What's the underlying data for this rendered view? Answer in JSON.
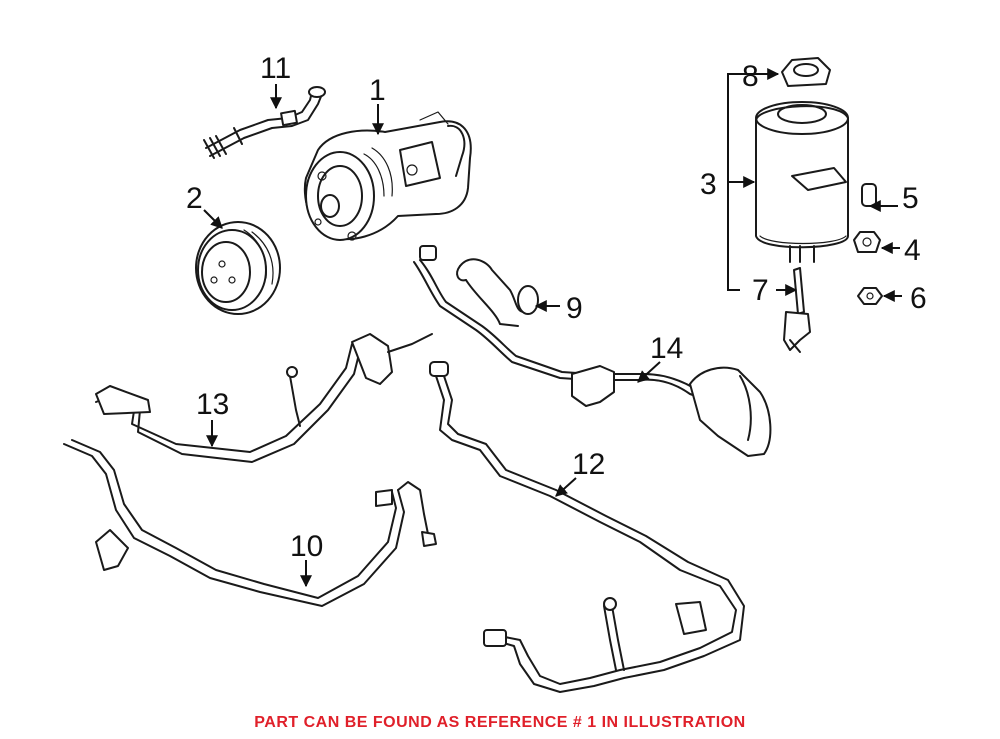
{
  "colors": {
    "line": "#1a1a1a",
    "note": "#e0202a",
    "background": "#ffffff"
  },
  "callouts": [
    "1",
    "2",
    "3",
    "4",
    "5",
    "6",
    "7",
    "8",
    "9",
    "10",
    "11",
    "12",
    "13",
    "14"
  ],
  "footer_note": "PART CAN BE FOUND AS REFERENCE # 1 IN ILLUSTRATION"
}
